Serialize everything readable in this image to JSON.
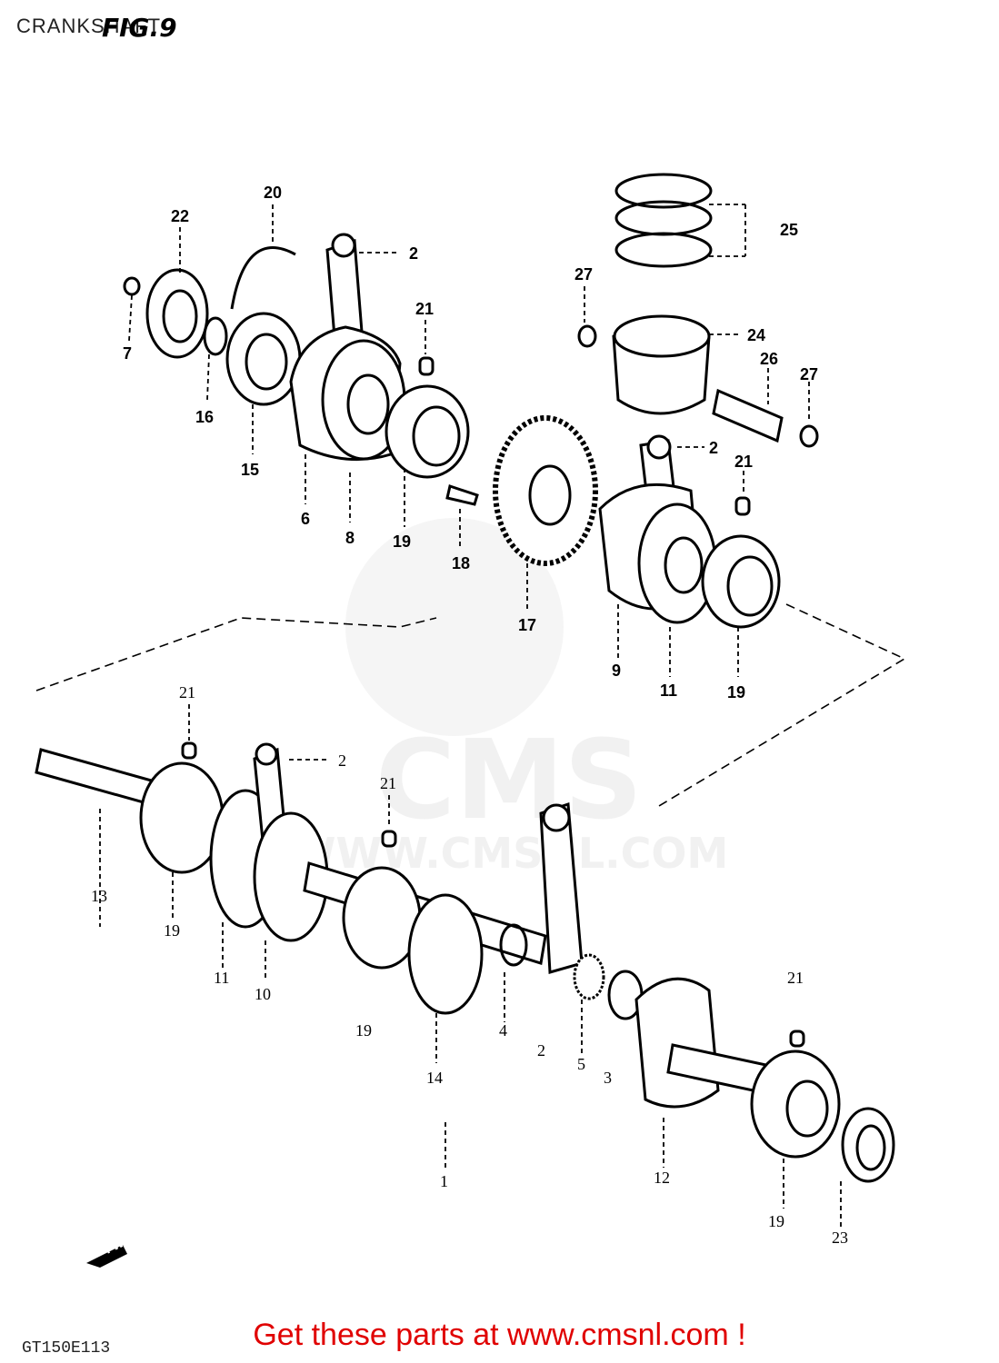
{
  "header": {
    "title": "CRANKSHAFT",
    "figure": "FIG.9"
  },
  "watermark": {
    "text": "WWW.CMSNL.COM",
    "brand": "CMS"
  },
  "footer": {
    "link_text": "Get these parts at www.cmsnl.com !",
    "code": "GT150E113"
  },
  "fwd_marker": "FWD",
  "callouts_upper": [
    "22",
    "20",
    "2",
    "7",
    "16",
    "15",
    "6",
    "8",
    "21",
    "19",
    "18",
    "17",
    "25",
    "27",
    "24",
    "26",
    "27",
    "2",
    "21",
    "9",
    "11",
    "19"
  ],
  "callouts_lower": [
    "21",
    "2",
    "21",
    "13",
    "19",
    "11",
    "10",
    "19",
    "14",
    "4",
    "2",
    "5",
    "3",
    "21",
    "1",
    "12",
    "19",
    "23"
  ],
  "colors": {
    "link": "#e00000",
    "ink": "#000000",
    "watermark": "#e6e6e6"
  }
}
